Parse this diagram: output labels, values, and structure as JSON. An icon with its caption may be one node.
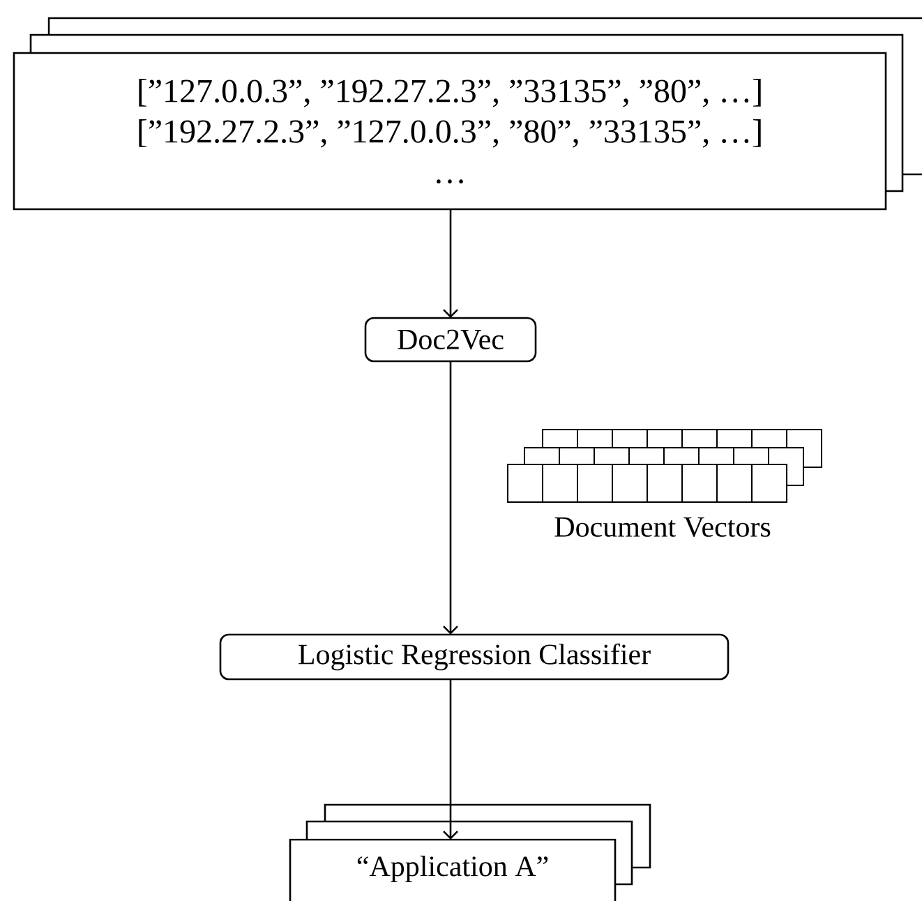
{
  "diagram": {
    "nodes": [
      {
        "text": [
          "[”127.0.0.3”, ”192.27.2.3”, ”33135”, ”80”, …]",
          "[”192.27.2.3”, ”127.0.0.3”, ”80”, ”33135”, …]",
          "…"
        ]
      },
      {
        "text": [
          "Doc2Vec"
        ]
      },
      {
        "text": [
          "Logistic Regression Classifier"
        ]
      },
      {
        "text": [
          "“Application A”"
        ]
      }
    ],
    "edges": [
      {
        "from": 0,
        "to": 1,
        "arrow": "to"
      },
      {
        "from": 1,
        "to": 2,
        "arrow": "to"
      },
      {
        "from": 2,
        "to": 3,
        "arrow": "to"
      }
    ],
    "labels": [
      "Document Vectors"
    ]
  }
}
